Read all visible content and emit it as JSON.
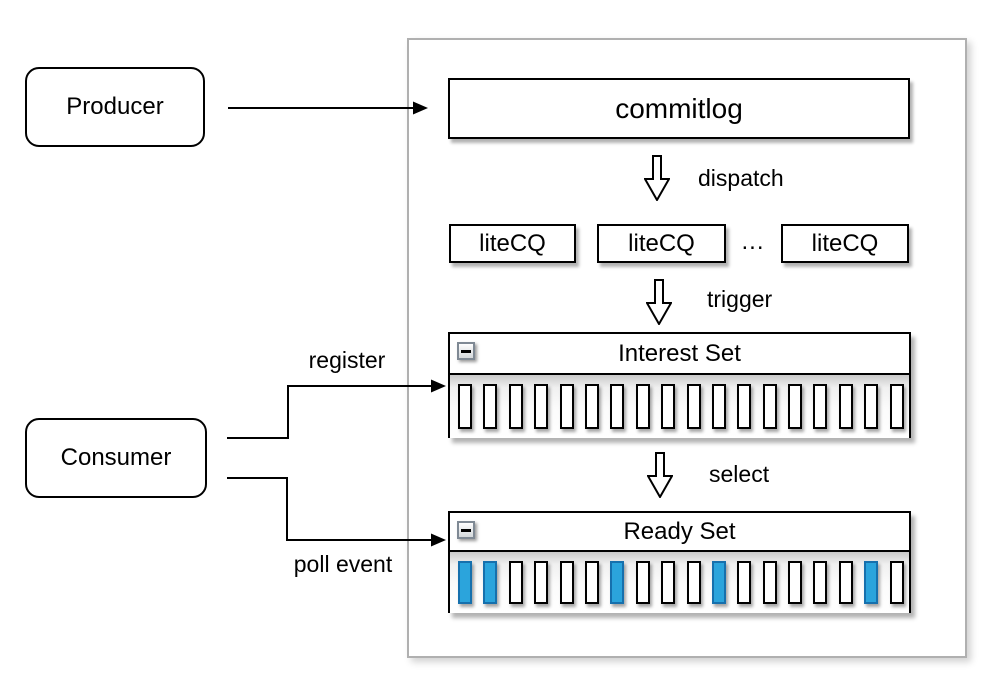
{
  "diagram": {
    "producer": {
      "label": "Producer"
    },
    "consumer": {
      "label": "Consumer"
    },
    "broker": {
      "commitlog_label": "commitlog",
      "litecq": {
        "labels": [
          "liteCQ",
          "liteCQ",
          "liteCQ"
        ],
        "ellipsis": "..."
      },
      "interest_set": {
        "title": "Interest Set",
        "collapse_icon": "minus",
        "slot_count": 18,
        "filled_slots": []
      },
      "ready_set": {
        "title": "Ready Set",
        "collapse_icon": "minus",
        "slot_count": 18,
        "filled_slots": [
          0,
          1,
          6,
          10,
          16
        ]
      }
    },
    "edge_labels": {
      "dispatch": "dispatch",
      "trigger": "trigger",
      "select": "select",
      "register": "register",
      "poll_event": "poll event"
    },
    "colors": {
      "slot_fill": "#2ba4dc",
      "slot_border": "#1670ad",
      "box_border": "#000000",
      "container_border": "#b0b0b0"
    }
  }
}
